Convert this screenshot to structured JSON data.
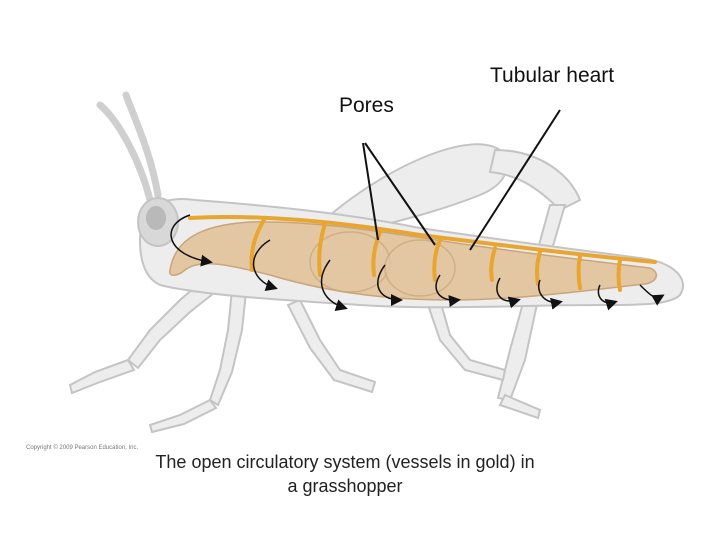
{
  "labels": {
    "tubular_heart": "Tubular heart",
    "pores": "Pores"
  },
  "copyright": "Copyright © 2009 Pearson Education, Inc.",
  "caption": "The open circulatory system (vessels in gold) in a grasshopper",
  "colors": {
    "vessel": "#E8A530",
    "gut": "#E3C7A2",
    "body_outline": "#C9C9C9",
    "body_fill": "#EDEDED",
    "arrow": "#111111"
  }
}
